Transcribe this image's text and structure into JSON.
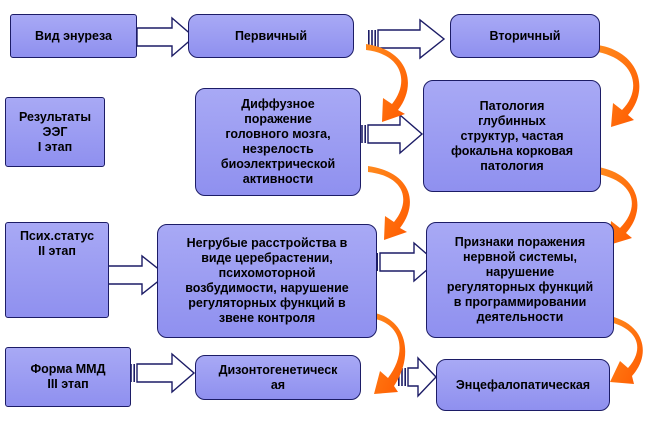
{
  "diagram": {
    "row1": {
      "label": "Вид энуреза",
      "mid": "Первичный",
      "right": "Вторичный"
    },
    "row2": {
      "label": "Результаты\nЭЭГ\nI этап",
      "mid": "Диффузное\nпоражение\nголовного мозга,\nнезрелость\nбиоэлектрической\nактивности",
      "right": "Патология\nглубинных\nструктур, частая\nфокальна корковая\nпатология"
    },
    "row3": {
      "label": "Псих.статус\nII этап",
      "mid": "Негрубые расстройства в\nвиде церебрастении,\nпсихомоторной\nвозбудимости, нарушение\nрегуляторных функций в\nзвене контроля",
      "right": "Признаки поражения\nнервной системы,\nнарушение\nрегуляторных функций\nв программировании\nдеятельности"
    },
    "row4": {
      "label": "Форма ММД\nIII этап",
      "mid": "Дизонтогенетическ\nая",
      "right": "Энцефалопатическая"
    }
  },
  "colors": {
    "box_fill": "#9a9bf2",
    "box_border": "#1c1c66",
    "arrow_fill": "#ffffff",
    "arrow_stroke": "#1c1c66",
    "curved_arrow": "#ff6a00"
  }
}
